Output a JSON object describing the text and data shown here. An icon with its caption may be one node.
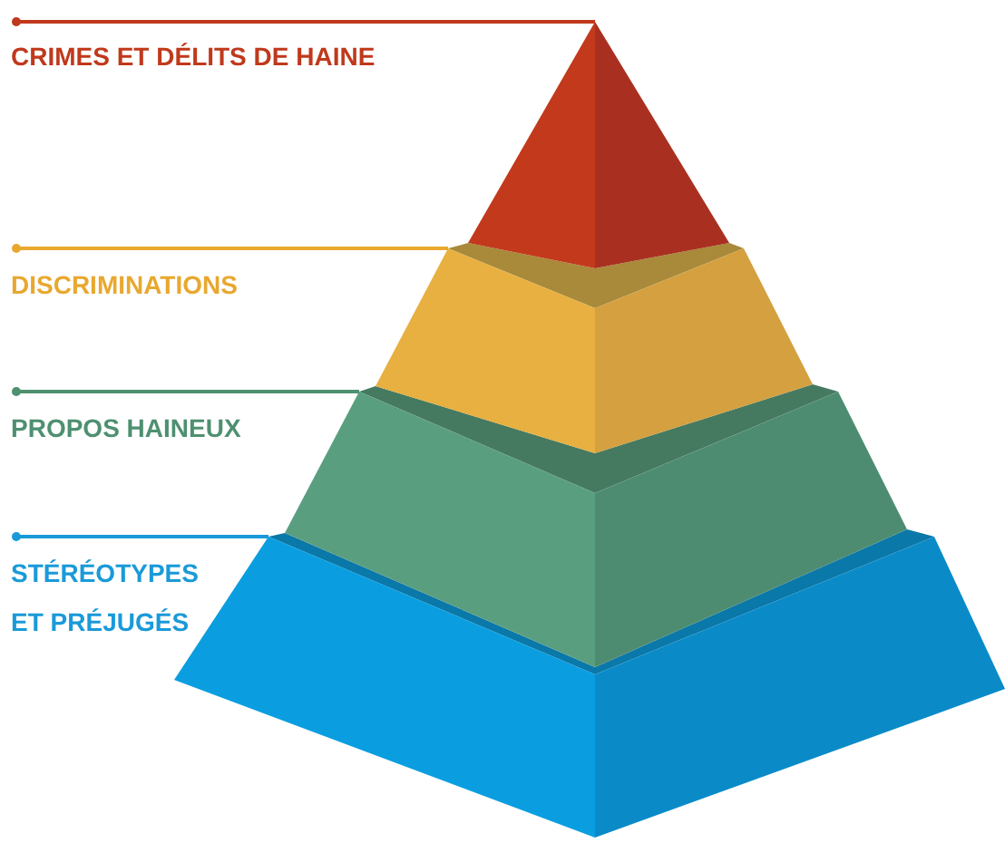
{
  "diagram": {
    "nodes": [
      {
        "text": [
          "CRIMES ET DÉLITS DE HAINE"
        ]
      },
      {
        "text": [],
        "shape": "triangle"
      },
      {
        "text": [
          "DISCRIMINATIONS"
        ]
      },
      {
        "text": [],
        "shape": "trapezoid"
      },
      {
        "text": [
          "PROPOS HAINEUX"
        ]
      },
      {
        "text": [],
        "shape": "trapezoid"
      },
      {
        "text": [
          "STÉRÉOTYPES ET PRÉJUGÉS"
        ]
      },
      {
        "text": [],
        "shape": "trapezoid"
      }
    ],
    "edges": [
      {
        "from": 0,
        "to": 1,
        "arrow": "other",
        "color": "#c0391c"
      },
      {
        "from": 2,
        "to": 3,
        "arrow": "other",
        "color": "#e8a830"
      },
      {
        "from": 4,
        "to": 5,
        "arrow": "other",
        "color": "#4e9070"
      },
      {
        "from": 6,
        "to": 7,
        "arrow": "other",
        "color": "#1a9ad8"
      }
    ]
  }
}
